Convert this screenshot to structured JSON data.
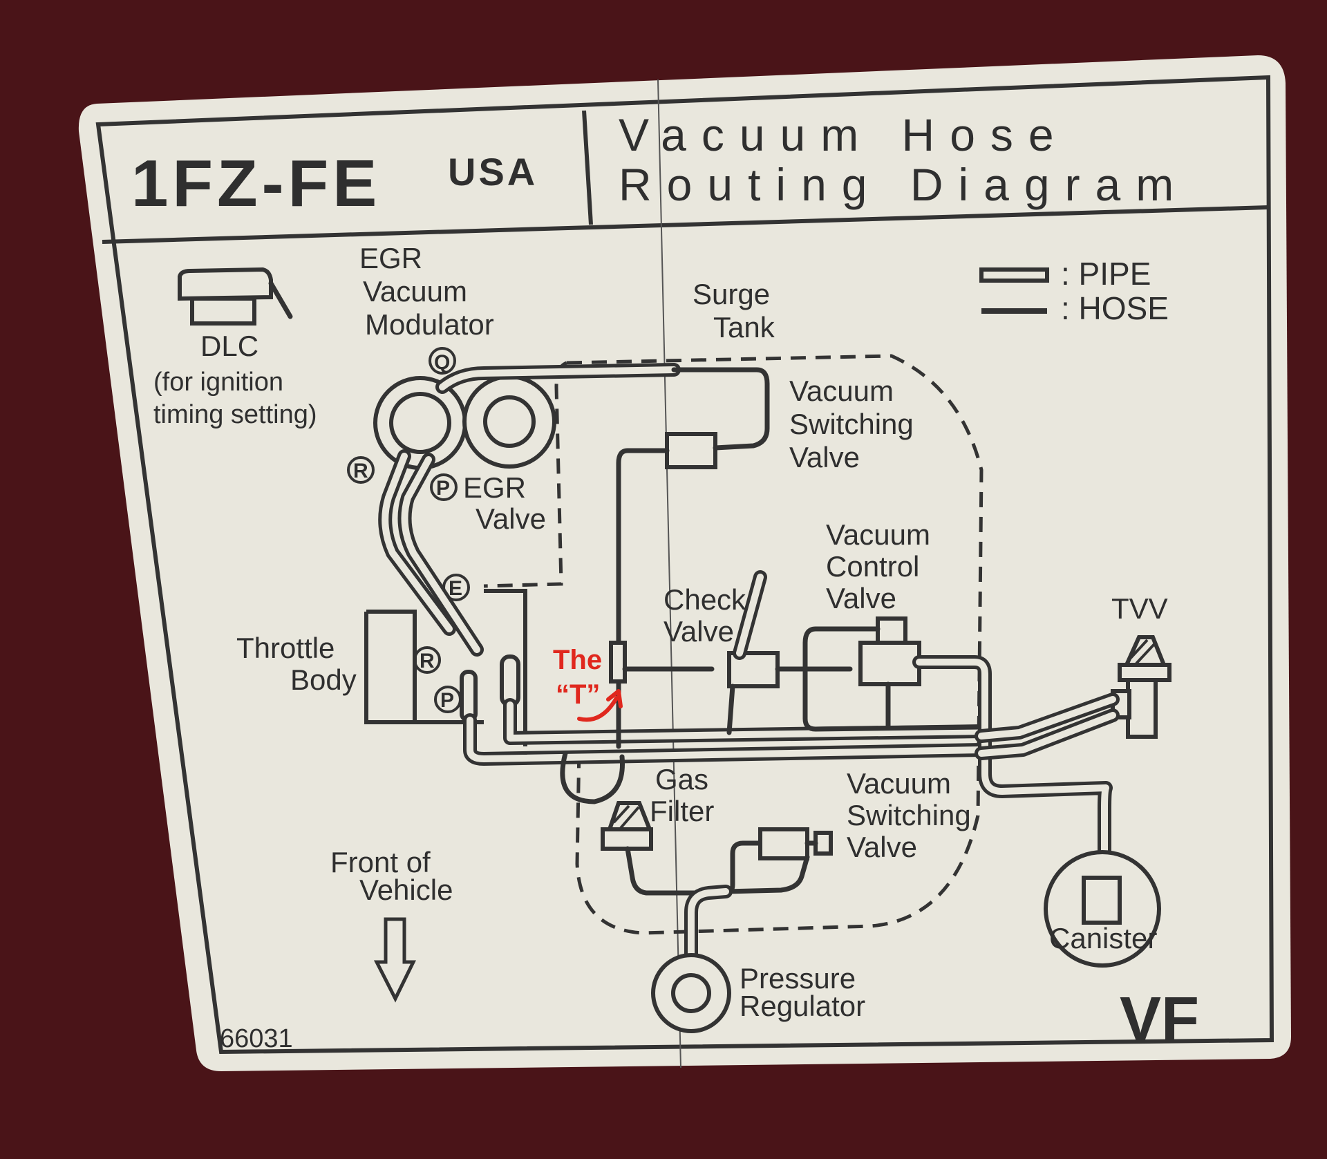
{
  "header": {
    "engine": "1FZ-FE",
    "market": "USA",
    "title_line1": "Vacuum Hose",
    "title_line2": "Routing Diagram"
  },
  "legend": {
    "pipe": ": PIPE",
    "hose": ": HOSE"
  },
  "labels": {
    "egr_modulator": [
      "EGR",
      "Vacuum",
      "Modulator"
    ],
    "dlc": [
      "DLC",
      "(for ignition",
      "timing setting)"
    ],
    "surge_tank": [
      "Surge",
      "Tank"
    ],
    "vsv_top": [
      "Vacuum",
      "Switching",
      "Valve"
    ],
    "egr_valve": [
      "EGR",
      "Valve"
    ],
    "vcv": [
      "Vacuum",
      "Control",
      "Valve"
    ],
    "check_valve": [
      "Check",
      "Valve"
    ],
    "throttle_body": [
      "Throttle",
      "Body"
    ],
    "tvv": "TVV",
    "gas_filter": [
      "Gas",
      "Filter"
    ],
    "vsv_bottom": [
      "Vacuum",
      "Switching",
      "Valve"
    ],
    "front_of_vehicle": [
      "Front of",
      "Vehicle"
    ],
    "canister": "Canister",
    "pressure_regulator": [
      "Pressure",
      "Regulator"
    ],
    "part_number": "66031",
    "code": "VF"
  },
  "ports": {
    "q": "Q",
    "r_top": "R",
    "p_top": "P",
    "e": "E",
    "r_bottom": "R",
    "p_bottom": "P"
  },
  "annotation": {
    "line1": "The",
    "line2": "“T”",
    "color": "#e0281e"
  }
}
